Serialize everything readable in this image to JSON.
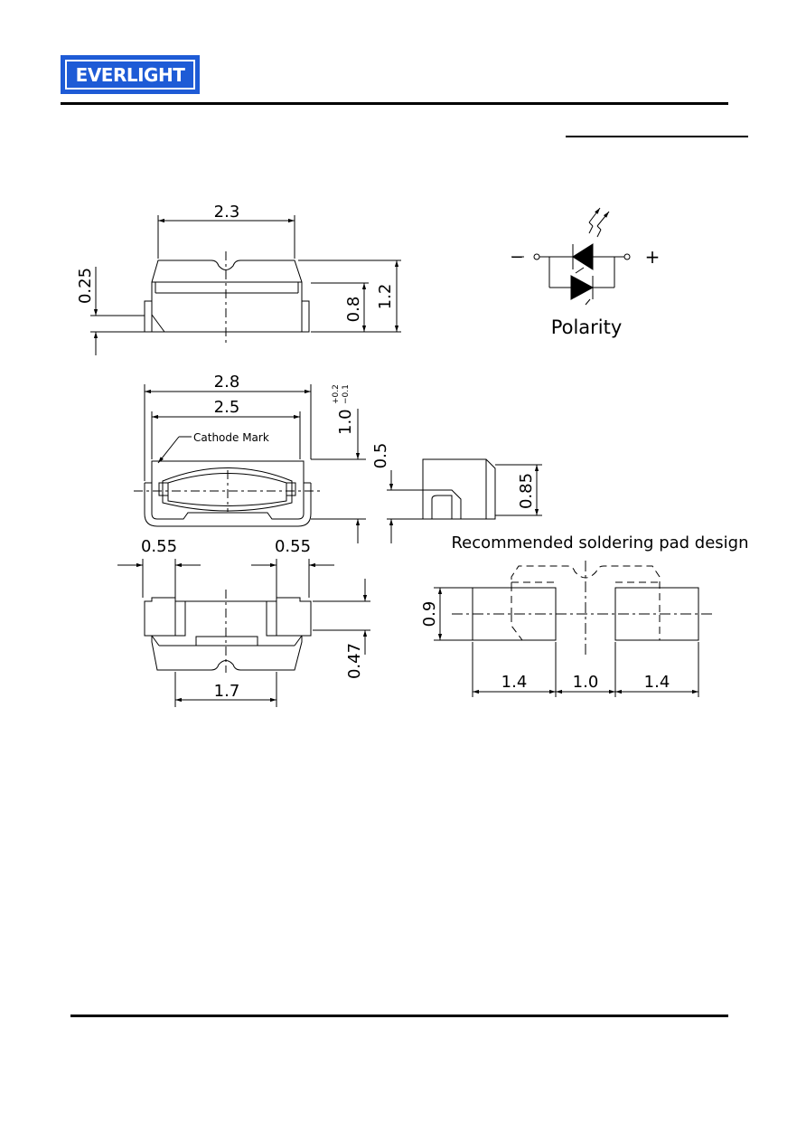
{
  "header": {
    "logo_text": "EVERLIGHT",
    "brand_color": "#1e5bd6"
  },
  "polarity": {
    "label": "Polarity",
    "minus": "−",
    "plus": "+"
  },
  "top_view": {
    "width": "2.3",
    "pad_height": "0.25",
    "body_height": "0.8",
    "total_height": "1.2"
  },
  "front_view": {
    "overall_width": "2.8",
    "inner_width": "2.5",
    "cathode_label": "Cathode Mark",
    "height": "1.0",
    "tol_plus": "+0.2",
    "tol_minus": "−0.1"
  },
  "side_view": {
    "offset": "0.5",
    "height": "0.85"
  },
  "bottom_view": {
    "pad_left": "0.55",
    "pad_right": "0.55",
    "pad_height": "0.47",
    "pad_spacing": "1.7"
  },
  "solder_pad": {
    "title": "Recommended soldering pad design",
    "height": "0.9",
    "pad_width_left": "1.4",
    "gap": "1.0",
    "pad_width_right": "1.4"
  }
}
